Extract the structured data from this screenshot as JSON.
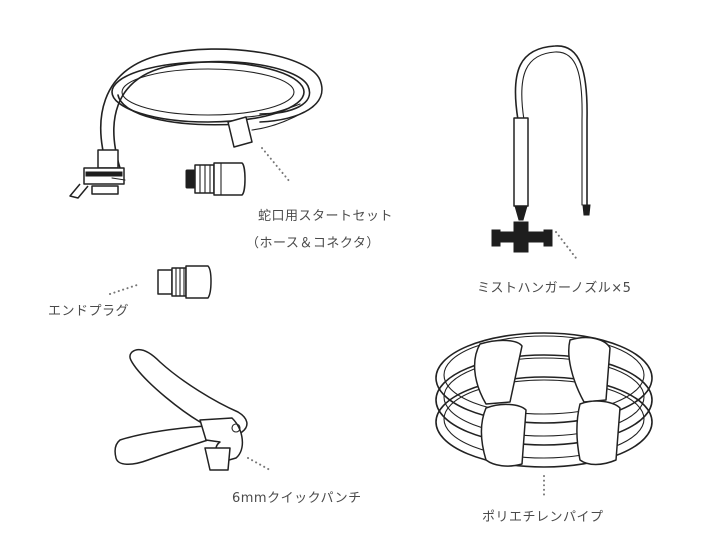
{
  "labels": {
    "faucet_set_line1": "蛇口用スタートセット",
    "faucet_set_line2": "（ホース＆コネクタ）",
    "mist_hanger": "ミストハンガーノズル×5",
    "end_plug": "エンドプラグ",
    "punch": "6mmクイックパンチ",
    "poly_pipe": "ポリエチレンパイプ"
  }
}
